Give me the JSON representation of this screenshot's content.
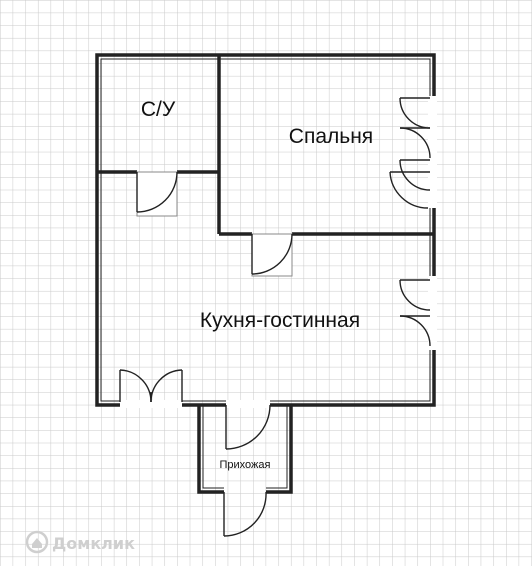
{
  "rooms": {
    "bathroom": "С/У",
    "bedroom": "Спальня",
    "kitchen_living": "Кухня-гостинная",
    "hallway": "Прихожая"
  },
  "watermark": "Домклик",
  "colors": {
    "grid_line": "#c9c9c9",
    "wall": "#222222",
    "background": "#ffffff"
  }
}
